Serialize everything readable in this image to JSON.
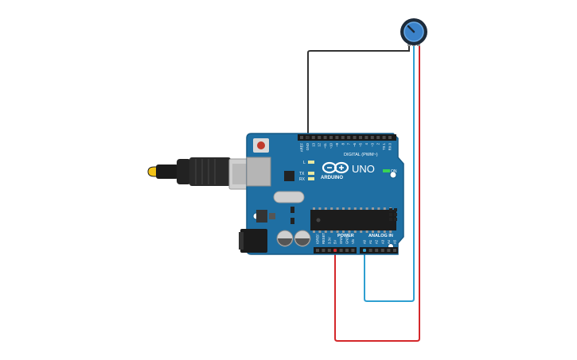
{
  "board": {
    "brand": "ARDUINO",
    "model": "UNO",
    "digital_header": "DIGITAL (PWM~)",
    "power_header": "POWER",
    "analog_header": "ANALOG IN",
    "on_label": "ON",
    "l_label": "L",
    "tx_label": "TX",
    "rx_label": "RX",
    "digital_pins": [
      "AREF",
      "GND",
      "13",
      "12",
      "~11",
      "~10",
      "~9",
      "8",
      "7",
      "~6",
      "~5",
      "4",
      "~3",
      "2",
      "TX 1",
      "RX 0"
    ],
    "power_pins": [
      "IOREF",
      "RESET",
      "3.3V",
      "5V",
      "GND",
      "GND",
      "Vin"
    ],
    "analog_pins": [
      "A0",
      "A1",
      "A2",
      "A3",
      "A4",
      "A5"
    ]
  },
  "wires": [
    {
      "name": "gnd-wire",
      "color": "#333333"
    },
    {
      "name": "signal-wire",
      "color": "#2e9fd1"
    },
    {
      "name": "power-wire",
      "color": "#d4272a"
    }
  ],
  "colors": {
    "board": "#1f6fa3",
    "board_edge": "#175a86",
    "knob": "#3b82c9",
    "usb_metal": "#c8c8c8"
  }
}
